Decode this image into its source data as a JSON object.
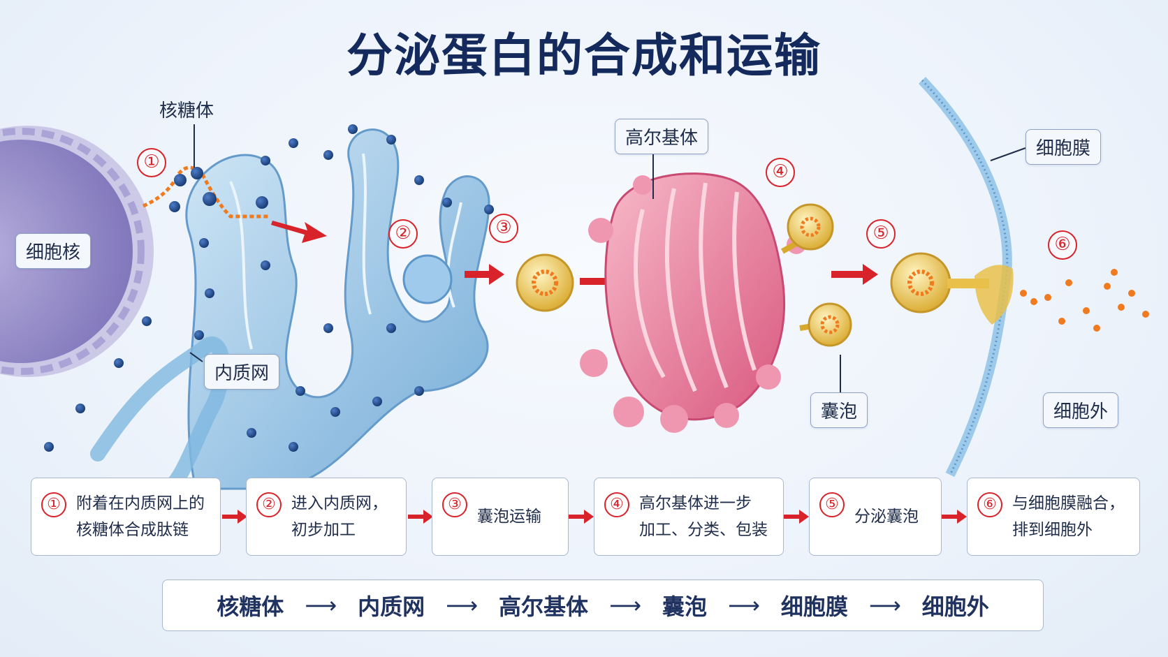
{
  "title": "分泌蛋白的合成和运输",
  "labels": {
    "nucleus": "细胞核",
    "ribosome": "核糖体",
    "er": "内质网",
    "golgi": "高尔基体",
    "membrane": "细胞膜",
    "vesicle": "囊泡",
    "outside": "细胞外"
  },
  "markers": [
    "①",
    "②",
    "③",
    "④",
    "⑤",
    "⑥"
  ],
  "steps": [
    {
      "num": "①",
      "line1": "附着在内质网上的",
      "line2": "核糖体合成肽链"
    },
    {
      "num": "②",
      "line1": "进入内质网，",
      "line2": "初步加工"
    },
    {
      "num": "③",
      "line1": "囊泡运输",
      "line2": ""
    },
    {
      "num": "④",
      "line1": "高尔基体进一步",
      "line2": "加工、分类、包装"
    },
    {
      "num": "⑤",
      "line1": "分泌囊泡",
      "line2": ""
    },
    {
      "num": "⑥",
      "line1": "与细胞膜融合，",
      "line2": "排到细胞外"
    }
  ],
  "flow": {
    "items": [
      "核糖体",
      "内质网",
      "高尔基体",
      "囊泡",
      "细胞膜",
      "细胞外"
    ],
    "arrow": "⟶"
  },
  "colors": {
    "accent_red": "#d8232a",
    "title_navy": "#142a5c",
    "er_blue": "#7fb8e0",
    "golgi_pink": "#e67d9c",
    "vesicle_gold": "#e8c04a",
    "protein_orange": "#f07a1e",
    "nucleus_purple": "#8f86c4"
  }
}
